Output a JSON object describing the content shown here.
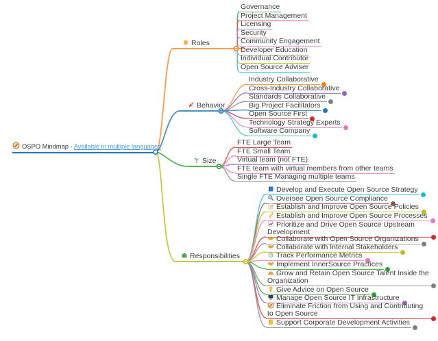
{
  "palette": {
    "root_color": "#1f77b4",
    "link_text_color": "#4d9ed8",
    "text_color": "#3b3b3b",
    "category_colors": {
      "blue": "#1f77b4",
      "orange": "#ff7f0e",
      "green": "#2ca02c",
      "red": "#d62728",
      "purple": "#9467bd",
      "brown": "#8c564b",
      "pink": "#e377c2",
      "gray": "#7f7f7f",
      "olive": "#bcbd22",
      "cyan": "#17becf"
    }
  },
  "root": {
    "icon": "compass",
    "title_prefix": "OSPO Mindmap - ",
    "link_label": "Available in multiple languages",
    "color": "#1f77b4"
  },
  "branches": [
    {
      "label": "Roles",
      "icon": "construction-worker",
      "color": "#ff7f0e",
      "children": [
        {
          "label": "Governance",
          "color": "#2ca02c"
        },
        {
          "label": "Project Management",
          "color": "#d62728"
        },
        {
          "label": "Licensing",
          "color": "#9467bd"
        },
        {
          "label": "Security",
          "color": "#8c564b"
        },
        {
          "label": "Community Engagement",
          "color": "#e377c2"
        },
        {
          "label": "Developer Education",
          "color": "#7f7f7f"
        },
        {
          "label": "Individual Contributor",
          "color": "#bcbd22"
        },
        {
          "label": "Open Source Adviser",
          "color": "#17becf"
        }
      ]
    },
    {
      "label": "Behavior",
      "icon": "rocket",
      "color": "#1f77b4",
      "children": [
        {
          "label": "Industry Collaborative",
          "color": "#ff7f0e",
          "has_collapsed_children": true
        },
        {
          "label": "Cross-Industry Collaborative",
          "color": "#9467bd",
          "has_collapsed_children": true
        },
        {
          "label": "Standards Collaborative",
          "color": "#7f7f7f",
          "has_collapsed_children": true
        },
        {
          "label": "Big Project Facilitators",
          "color": "#1f77b4",
          "has_collapsed_children": true
        },
        {
          "label": "Open Source First",
          "color": "#d62728",
          "has_collapsed_children": true
        },
        {
          "label": "Technology Strategy Experts",
          "color": "#e377c2",
          "has_collapsed_children": true
        },
        {
          "label": "Software Company",
          "color": "#17becf",
          "has_collapsed_children": true
        }
      ]
    },
    {
      "label": "Size",
      "icon": "seedling",
      "color": "#2ca02c",
      "children": [
        {
          "label": "FTE Large Team",
          "color": "#d62728"
        },
        {
          "label": "FTE Small Team",
          "color": "#e377c2"
        },
        {
          "label": "Virtual team (not FTE)",
          "color": "#9467bd"
        },
        {
          "label": "FTE team with virtual members from other teams",
          "color": "#e377c2"
        },
        {
          "label": "Single FTE Managing multiple teams",
          "color": "#7f7f7f"
        }
      ]
    },
    {
      "label": "Responsibilities",
      "icon": "puzzle-piece",
      "color": "#bcbd22",
      "children": [
        {
          "label": "Develop and Execute Open Source Strategy",
          "icon": "book",
          "color": "#17becf",
          "has_collapsed_children": true
        },
        {
          "label": "Oversee Open Source Compliance",
          "icon": "magnifier",
          "color": "#8c564b",
          "has_collapsed_children": true
        },
        {
          "label": "Establish and Improve Open Source Policies",
          "icon": "memo",
          "color": "#bcbd22",
          "has_collapsed_children": true
        },
        {
          "label": "Establish and Improve Open Source Processes",
          "icon": "hook",
          "color": "#e377c2",
          "has_collapsed_children": true
        },
        {
          "label": "Prioritize and Drive Open Source Upstream Development",
          "icon": "chart-increasing",
          "color": "#d62728",
          "has_collapsed_children": true
        },
        {
          "label": "Collaborate with Open Source Organizations",
          "icon": "handshake",
          "color": "#7f7f7f",
          "has_collapsed_children": true
        },
        {
          "label": "Collaborate with Internal Stakeholders",
          "icon": "handshake",
          "color": "#bcbd22",
          "has_collapsed_children": true
        },
        {
          "label": "Track Performance Metrics",
          "icon": "stopwatch",
          "color": "#e377c2",
          "has_collapsed_children": true
        },
        {
          "label": "Implement InnerSource Practices",
          "icon": "handshake",
          "color": "#2ca02c",
          "has_collapsed_children": true
        },
        {
          "label": "Grow and Retain Open Source Talent Inside the Organization",
          "icon": "sunrise",
          "color": "#7f7f7f",
          "has_collapsed_children": true
        },
        {
          "label": "Give Advice on Open Source",
          "icon": "light-bulb",
          "color": "#2ca02c",
          "has_collapsed_children": true
        },
        {
          "label": "Manage Open Source IT Infrastructure",
          "icon": "computer",
          "color": "#9467bd",
          "has_collapsed_children": true
        },
        {
          "label": "Eliminate Friction from Using and Contributing to Open Source",
          "icon": "compass",
          "color": "#d62728",
          "has_collapsed_children": true
        },
        {
          "label": "Support Corporate Development Activities",
          "icon": "ledger",
          "color": "#7f7f7f",
          "has_collapsed_children": true
        }
      ]
    }
  ]
}
